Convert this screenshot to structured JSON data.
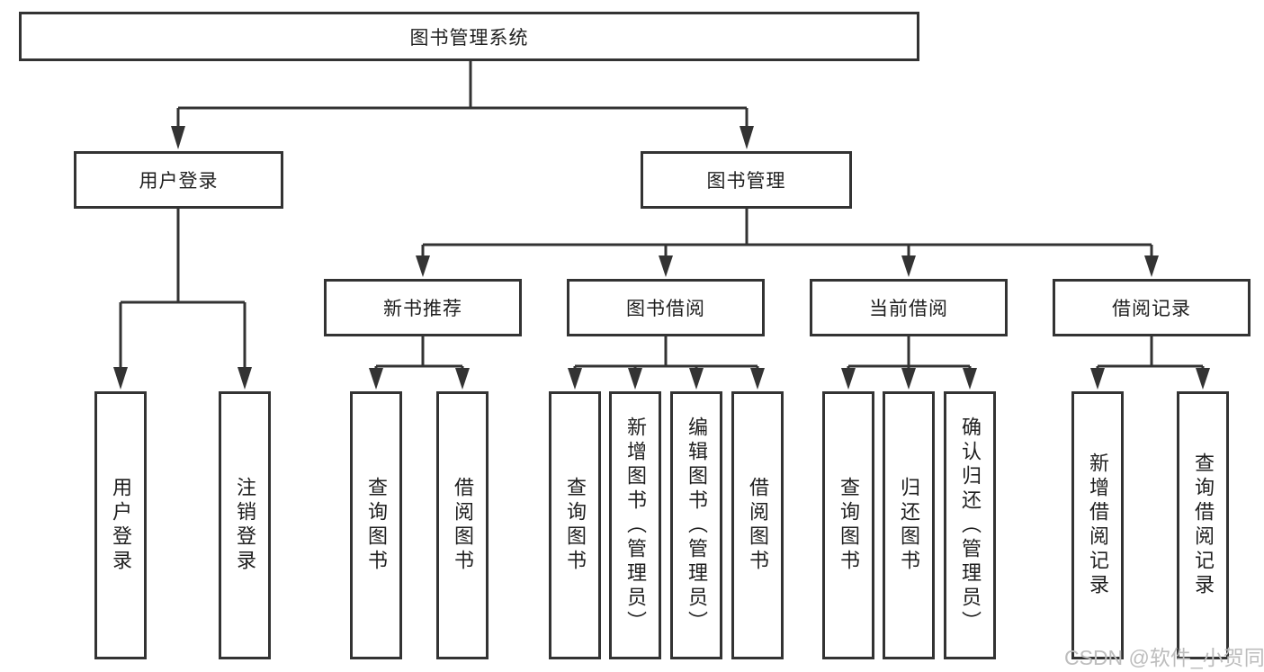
{
  "diagram": {
    "root": {
      "label": "图书管理系统"
    },
    "branches": [
      {
        "label": "用户登录",
        "children": [
          {
            "label": "用户登录"
          },
          {
            "label": "注销登录"
          }
        ]
      },
      {
        "label": "图书管理",
        "children": [
          {
            "label": "新书推荐",
            "children": [
              {
                "label": "查询图书"
              },
              {
                "label": "借阅图书"
              }
            ]
          },
          {
            "label": "图书借阅",
            "children": [
              {
                "label": "查询图书"
              },
              {
                "label": "新增图书（管理员）"
              },
              {
                "label": "编辑图书（管理员）"
              },
              {
                "label": "借阅图书"
              }
            ]
          },
          {
            "label": "当前借阅",
            "children": [
              {
                "label": "查询图书"
              },
              {
                "label": "归还图书"
              },
              {
                "label": "确认归还（管理员）"
              }
            ]
          },
          {
            "label": "借阅记录",
            "children": [
              {
                "label": "新增借阅记录"
              },
              {
                "label": "查询借阅记录"
              }
            ]
          }
        ]
      }
    ]
  },
  "watermark": "CSDN @软件_小贺同学",
  "colors": {
    "line": "#333333",
    "text": "#1f1f1f",
    "watermark": "#bdbdbd",
    "background": "#ffffff"
  }
}
